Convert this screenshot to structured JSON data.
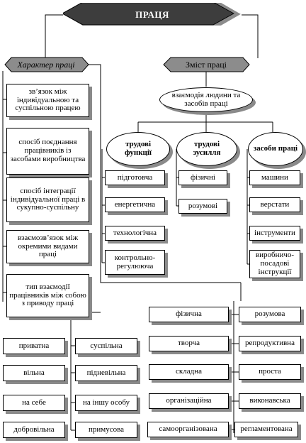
{
  "title": "ПРАЦЯ",
  "left_header": "Характер праці",
  "right_header": "Зміст праці",
  "character_items": [
    "зв’язок між індивідуальною та суспільною працею",
    "спосіб поєднання працівників із засобами виробництва",
    "спосіб інтеграції індивідуальної праці в сукупно-суспільну",
    "взаємозв’язок між окремими видами праці",
    "тип взаємодії працівників між собою з приводу праці"
  ],
  "interaction": "взаємодія людини та засобів праці",
  "functions": {
    "title": "трудові функції",
    "items": [
      "підготовча",
      "енергетична",
      "технологічна",
      "контрольно-регулююча"
    ]
  },
  "efforts": {
    "title": "трудові зусилля",
    "items": [
      "фізичні",
      "розумові"
    ]
  },
  "means": {
    "title": "засоби праці",
    "items": [
      "машини",
      "верстати",
      "інструменти",
      "виробничо-посадові інструкції"
    ]
  },
  "character_pairs": [
    [
      "приватна",
      "суспільна"
    ],
    [
      "вільна",
      "підневільна"
    ],
    [
      "на себе",
      "на іншу особу"
    ],
    [
      "добровільна",
      "примусова"
    ]
  ],
  "content_pairs": [
    [
      "фізична",
      "розумова"
    ],
    [
      "творча",
      "репродуктивна"
    ],
    [
      "складна",
      "проста"
    ],
    [
      "організаційна",
      "виконавська"
    ],
    [
      "самоорганізована",
      "регламентована"
    ]
  ]
}
